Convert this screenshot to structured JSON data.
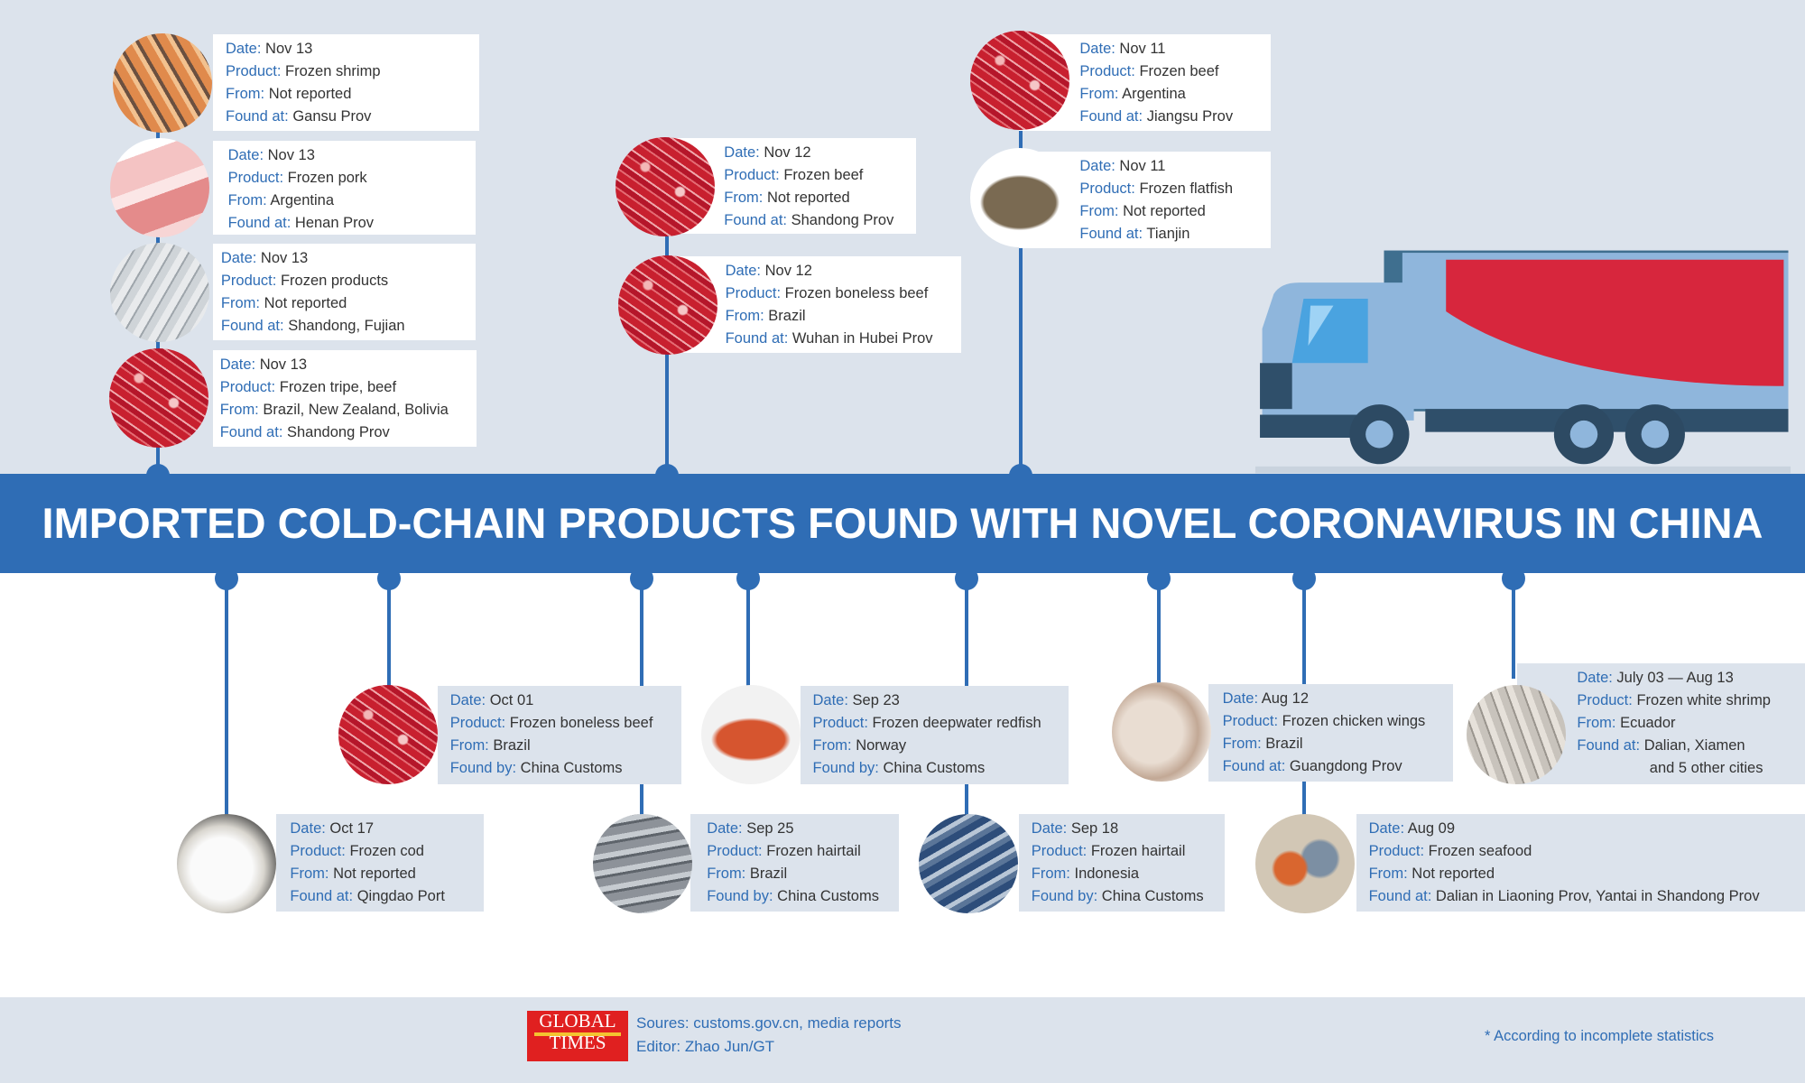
{
  "title": "IMPORTED COLD-CHAIN PRODUCTS FOUND WITH NOVEL CORONAVIRUS IN CHINA",
  "colors": {
    "accent": "#2f6db5",
    "background": "#dce3ec",
    "truck_red": "#d7263d",
    "truck_body": "#8fb6dc"
  },
  "cards": [
    {
      "image": "shrimp",
      "fields": [
        {
          "label": "Date:",
          "value": "Nov 13"
        },
        {
          "label": "Product:",
          "value": "Frozen shrimp"
        },
        {
          "label": "From:",
          "value": "Not reported"
        },
        {
          "label": "Found at:",
          "value": "Gansu Prov"
        }
      ]
    },
    {
      "image": "pork",
      "fields": [
        {
          "label": "Date:",
          "value": "Nov 13"
        },
        {
          "label": "Product:",
          "value": "Frozen pork"
        },
        {
          "label": "From:",
          "value": "Argentina"
        },
        {
          "label": "Found at:",
          "value": "Henan Prov"
        }
      ]
    },
    {
      "image": "frozen",
      "fields": [
        {
          "label": "Date:",
          "value": "Nov 13"
        },
        {
          "label": "Product:",
          "value": "Frozen products"
        },
        {
          "label": "From:",
          "value": "Not reported"
        },
        {
          "label": "Found at:",
          "value": "Shandong, Fujian"
        }
      ]
    },
    {
      "image": "beef",
      "fields": [
        {
          "label": "Date:",
          "value": "Nov 13"
        },
        {
          "label": "Product:",
          "value": "Frozen tripe, beef"
        },
        {
          "label": "From:",
          "value": "Brazil, New Zealand, Bolivia"
        },
        {
          "label": "Found at:",
          "value": "Shandong Prov"
        }
      ]
    },
    {
      "image": "beef",
      "fields": [
        {
          "label": "Date:",
          "value": "Nov 12"
        },
        {
          "label": "Product:",
          "value": "Frozen beef"
        },
        {
          "label": "From:",
          "value": "Not reported"
        },
        {
          "label": "Found at:",
          "value": "Shandong Prov"
        }
      ]
    },
    {
      "image": "beef",
      "fields": [
        {
          "label": "Date:",
          "value": "Nov 12"
        },
        {
          "label": "Product:",
          "value": "Frozen boneless beef"
        },
        {
          "label": "From:",
          "value": "Brazil"
        },
        {
          "label": "Found at:",
          "value": "Wuhan in Hubei Prov"
        }
      ]
    },
    {
      "image": "beef",
      "fields": [
        {
          "label": "Date:",
          "value": "Nov 11"
        },
        {
          "label": "Product:",
          "value": "Frozen beef"
        },
        {
          "label": "From:",
          "value": "Argentina"
        },
        {
          "label": "Found at:",
          "value": "Jiangsu Prov"
        }
      ]
    },
    {
      "image": "flatfish",
      "fields": [
        {
          "label": "Date:",
          "value": "Nov 11"
        },
        {
          "label": "Product:",
          "value": "Frozen flatfish"
        },
        {
          "label": "From:",
          "value": "Not reported"
        },
        {
          "label": "Found at:",
          "value": "Tianjin"
        }
      ]
    },
    {
      "image": "cod",
      "fields": [
        {
          "label": "Date:",
          "value": "Oct 17"
        },
        {
          "label": "Product:",
          "value": "Frozen cod"
        },
        {
          "label": "From:",
          "value": "Not reported"
        },
        {
          "label": "Found at:",
          "value": "Qingdao Port"
        }
      ]
    },
    {
      "image": "beef",
      "fields": [
        {
          "label": "Date:",
          "value": "Oct 01"
        },
        {
          "label": "Product:",
          "value": "Frozen boneless beef"
        },
        {
          "label": "From:",
          "value": "Brazil"
        },
        {
          "label": "Found by:",
          "value": "China Customs"
        }
      ]
    },
    {
      "image": "hairtail",
      "fields": [
        {
          "label": "Date:",
          "value": "Sep 25"
        },
        {
          "label": "Product:",
          "value": "Frozen hairtail"
        },
        {
          "label": "From:",
          "value": "Brazil"
        },
        {
          "label": "Found by:",
          "value": "China Customs"
        }
      ]
    },
    {
      "image": "redfish",
      "fields": [
        {
          "label": "Date:",
          "value": "Sep 23"
        },
        {
          "label": "Product:",
          "value": "Frozen deepwater redfish"
        },
        {
          "label": "From:",
          "value": "Norway"
        },
        {
          "label": "Found by:",
          "value": "China Customs"
        }
      ]
    },
    {
      "image": "hairtail2",
      "fields": [
        {
          "label": "Date:",
          "value": "Sep 18"
        },
        {
          "label": "Product:",
          "value": "Frozen hairtail"
        },
        {
          "label": "From:",
          "value": "Indonesia"
        },
        {
          "label": "Found by:",
          "value": "China Customs"
        }
      ]
    },
    {
      "image": "wings",
      "fields": [
        {
          "label": "Date:",
          "value": "Aug 12"
        },
        {
          "label": "Product:",
          "value": "Frozen chicken wings"
        },
        {
          "label": "From:",
          "value": "Brazil"
        },
        {
          "label": "Found at:",
          "value": "Guangdong Prov"
        }
      ]
    },
    {
      "image": "seafood",
      "fields": [
        {
          "label": "Date:",
          "value": "Aug 09"
        },
        {
          "label": "Product:",
          "value": "Frozen seafood"
        },
        {
          "label": "From:",
          "value": "Not reported"
        },
        {
          "label": "Found at:",
          "value": "Dalian in Liaoning Prov, Yantai in Shandong Prov"
        }
      ]
    },
    {
      "image": "wshrimp",
      "fields": [
        {
          "label": "Date:",
          "value": "July 03 — Aug 13"
        },
        {
          "label": "Product:",
          "value": "Frozen white shrimp"
        },
        {
          "label": "From:",
          "value": "Ecuador"
        },
        {
          "label": "Found at:",
          "value": "Dalian, Xiamen"
        }
      ],
      "extra_line": "and 5 other cities"
    }
  ],
  "footer": {
    "logo_text": [
      "GLOBAL",
      "TIMES"
    ],
    "sources": "Soures: customs.gov.cn, media reports",
    "editor": "Editor: Zhao Jun/GT",
    "note": "* According to incomplete statistics"
  }
}
